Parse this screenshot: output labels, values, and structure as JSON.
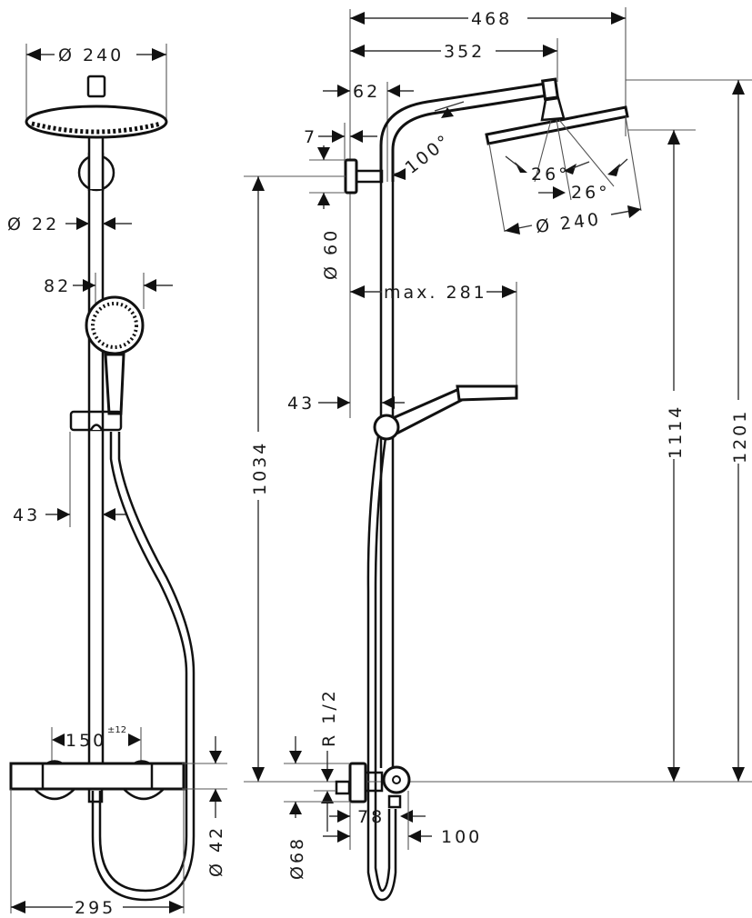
{
  "diagram": {
    "title": "Shower system technical dimension drawing",
    "units": "mm",
    "views": [
      {
        "name": "front-view",
        "dimensions": {
          "overhead_shower_diameter": "Ø 240",
          "pipe_diameter": "Ø 22",
          "hand_shower_width": "82",
          "holder_offset": "43",
          "mixer_spacing": "150",
          "mixer_spacing_tolerance": "±12",
          "mixer_body_diameter": "Ø 42",
          "mixer_total_width": "295"
        }
      },
      {
        "name": "side-view",
        "dimensions": {
          "arm_total_reach": "468",
          "arm_reach_to_head": "352",
          "wall_to_pipe": "62",
          "wall_plate_depth": "7",
          "arm_bend_angle": "100°",
          "spray_angle_1": "26°",
          "spray_angle_2": "26°",
          "overhead_shower_diameter": "Ø 240",
          "wall_bracket_diameter": "Ø 60",
          "hand_shower_max_reach": "max. 281",
          "hand_shower_holder_offset": "43",
          "bracket_height": "1034",
          "overhead_height": "1114",
          "total_height": "1201",
          "connection_thread": "R 1/2",
          "connection_diameter": "Ø68",
          "connection_depth": "78",
          "mixer_depth": "100"
        }
      }
    ]
  }
}
